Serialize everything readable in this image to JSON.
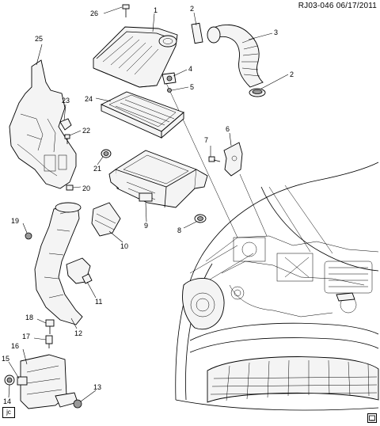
{
  "header": {
    "code": "RJ03-046",
    "date": "06/17/2011"
  },
  "footer": {
    "artist_tag": "jc",
    "logo_icon": "gm-logo-icon"
  },
  "callouts": [
    "1",
    "2",
    "2",
    "3",
    "4",
    "5",
    "6",
    "7",
    "8",
    "9",
    "10",
    "11",
    "12",
    "13",
    "14",
    "15",
    "16",
    "17",
    "18",
    "19",
    "20",
    "21",
    "22",
    "23",
    "24",
    "25",
    "26"
  ]
}
